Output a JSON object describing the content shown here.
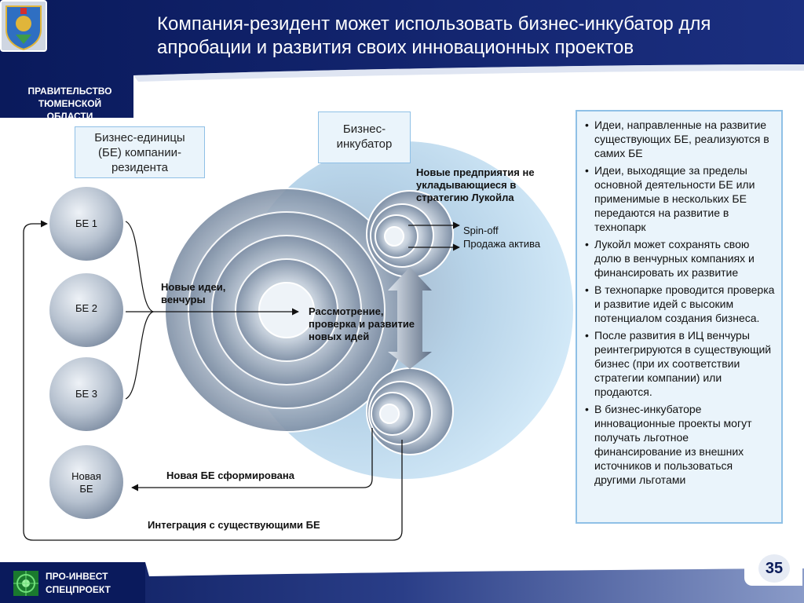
{
  "header": {
    "title_line1": "Компания-резидент может использовать бизнес-инкубатор для",
    "title_line2": "апробации и развития своих инновационных проектов",
    "government": [
      "ПРАВИТЕЛЬСТВО",
      "ТЮМЕНСКОЙ",
      "ОБЛАСТИ"
    ]
  },
  "diagram": {
    "be_box": [
      "Бизнес-единицы",
      "(БЕ) компании-",
      "резидента"
    ],
    "incubator_box": [
      "Бизнес-",
      "инкубатор"
    ],
    "units": [
      "БЕ 1",
      "БЕ 2",
      "БЕ 3"
    ],
    "new_unit": [
      "Новая",
      "БЕ"
    ],
    "new_ideas": [
      "Новые идеи,",
      "венчуры"
    ],
    "review": [
      "Рассмотрение,",
      "проверка и развитие",
      "новых идей"
    ],
    "new_enterprises": [
      "Новые предприятия не",
      "укладывающиеся в",
      "стратегию Лукойла"
    ],
    "spinoff": "Spin-off",
    "asset_sale": "Продажа актива",
    "new_be_formed": "Новая БЕ сформирована",
    "integration": "Интеграция с существующими БЕ"
  },
  "notes": [
    "Идеи, направленные на развитие существующих БЕ, реализуются в самих БЕ",
    "Идеи, выходящие за пределы основной деятельности БЕ или применимые в нескольких БЕ передаются на развитие в технопарк",
    "Лукойл может сохранять свою долю в венчурных компаниях и финансировать их развитие",
    "В технопарке проводится проверка и развитие идей с высоким потенциалом создания бизнеса.",
    "После развития в ИЦ венчуры реинтегрируются в существующий бизнес (при их соответствии стратегии компании) или продаются.",
    "В бизнес-инкубаторе инновационные проекты могут получать льготное финансирование из внешних источников и пользоваться другими льготами"
  ],
  "bullet": "•",
  "footer": {
    "brand": [
      "ПРО-ИНВЕСТ",
      "СПЕЦПРОЕКТ"
    ],
    "page": "35"
  },
  "colors": {
    "navy": "#0b1c5a",
    "panel_bg": "#eaf4fb",
    "panel_border": "#8fc0e6"
  }
}
